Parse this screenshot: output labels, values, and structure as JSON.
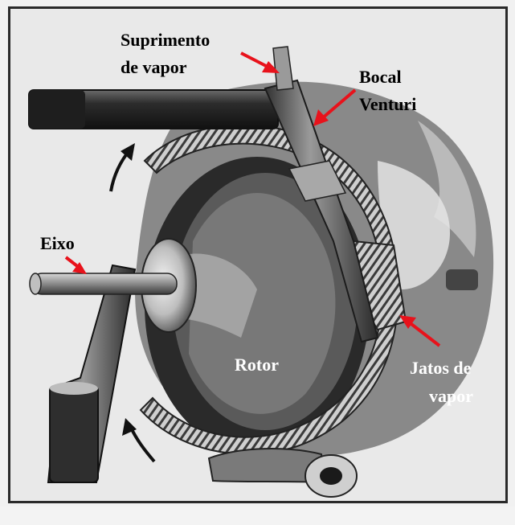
{
  "labels": {
    "steam_supply_line1": "Suprimento",
    "steam_supply_line2": "de vapor",
    "nozzle_line1": "Bocal",
    "nozzle_line2": "Venturi",
    "shaft": "Eixo",
    "rotor": "Rotor",
    "jets_line1": "Jatos de",
    "jets_line2": "vapor"
  },
  "colors": {
    "arrow": "#e8121b",
    "rotation_arrow": "#111111",
    "background": "#e9e9e9",
    "frame": "#2a2a2a"
  },
  "icons": {
    "rotation": "curved-arrow-icon",
    "pointer": "red-arrow-icon"
  }
}
